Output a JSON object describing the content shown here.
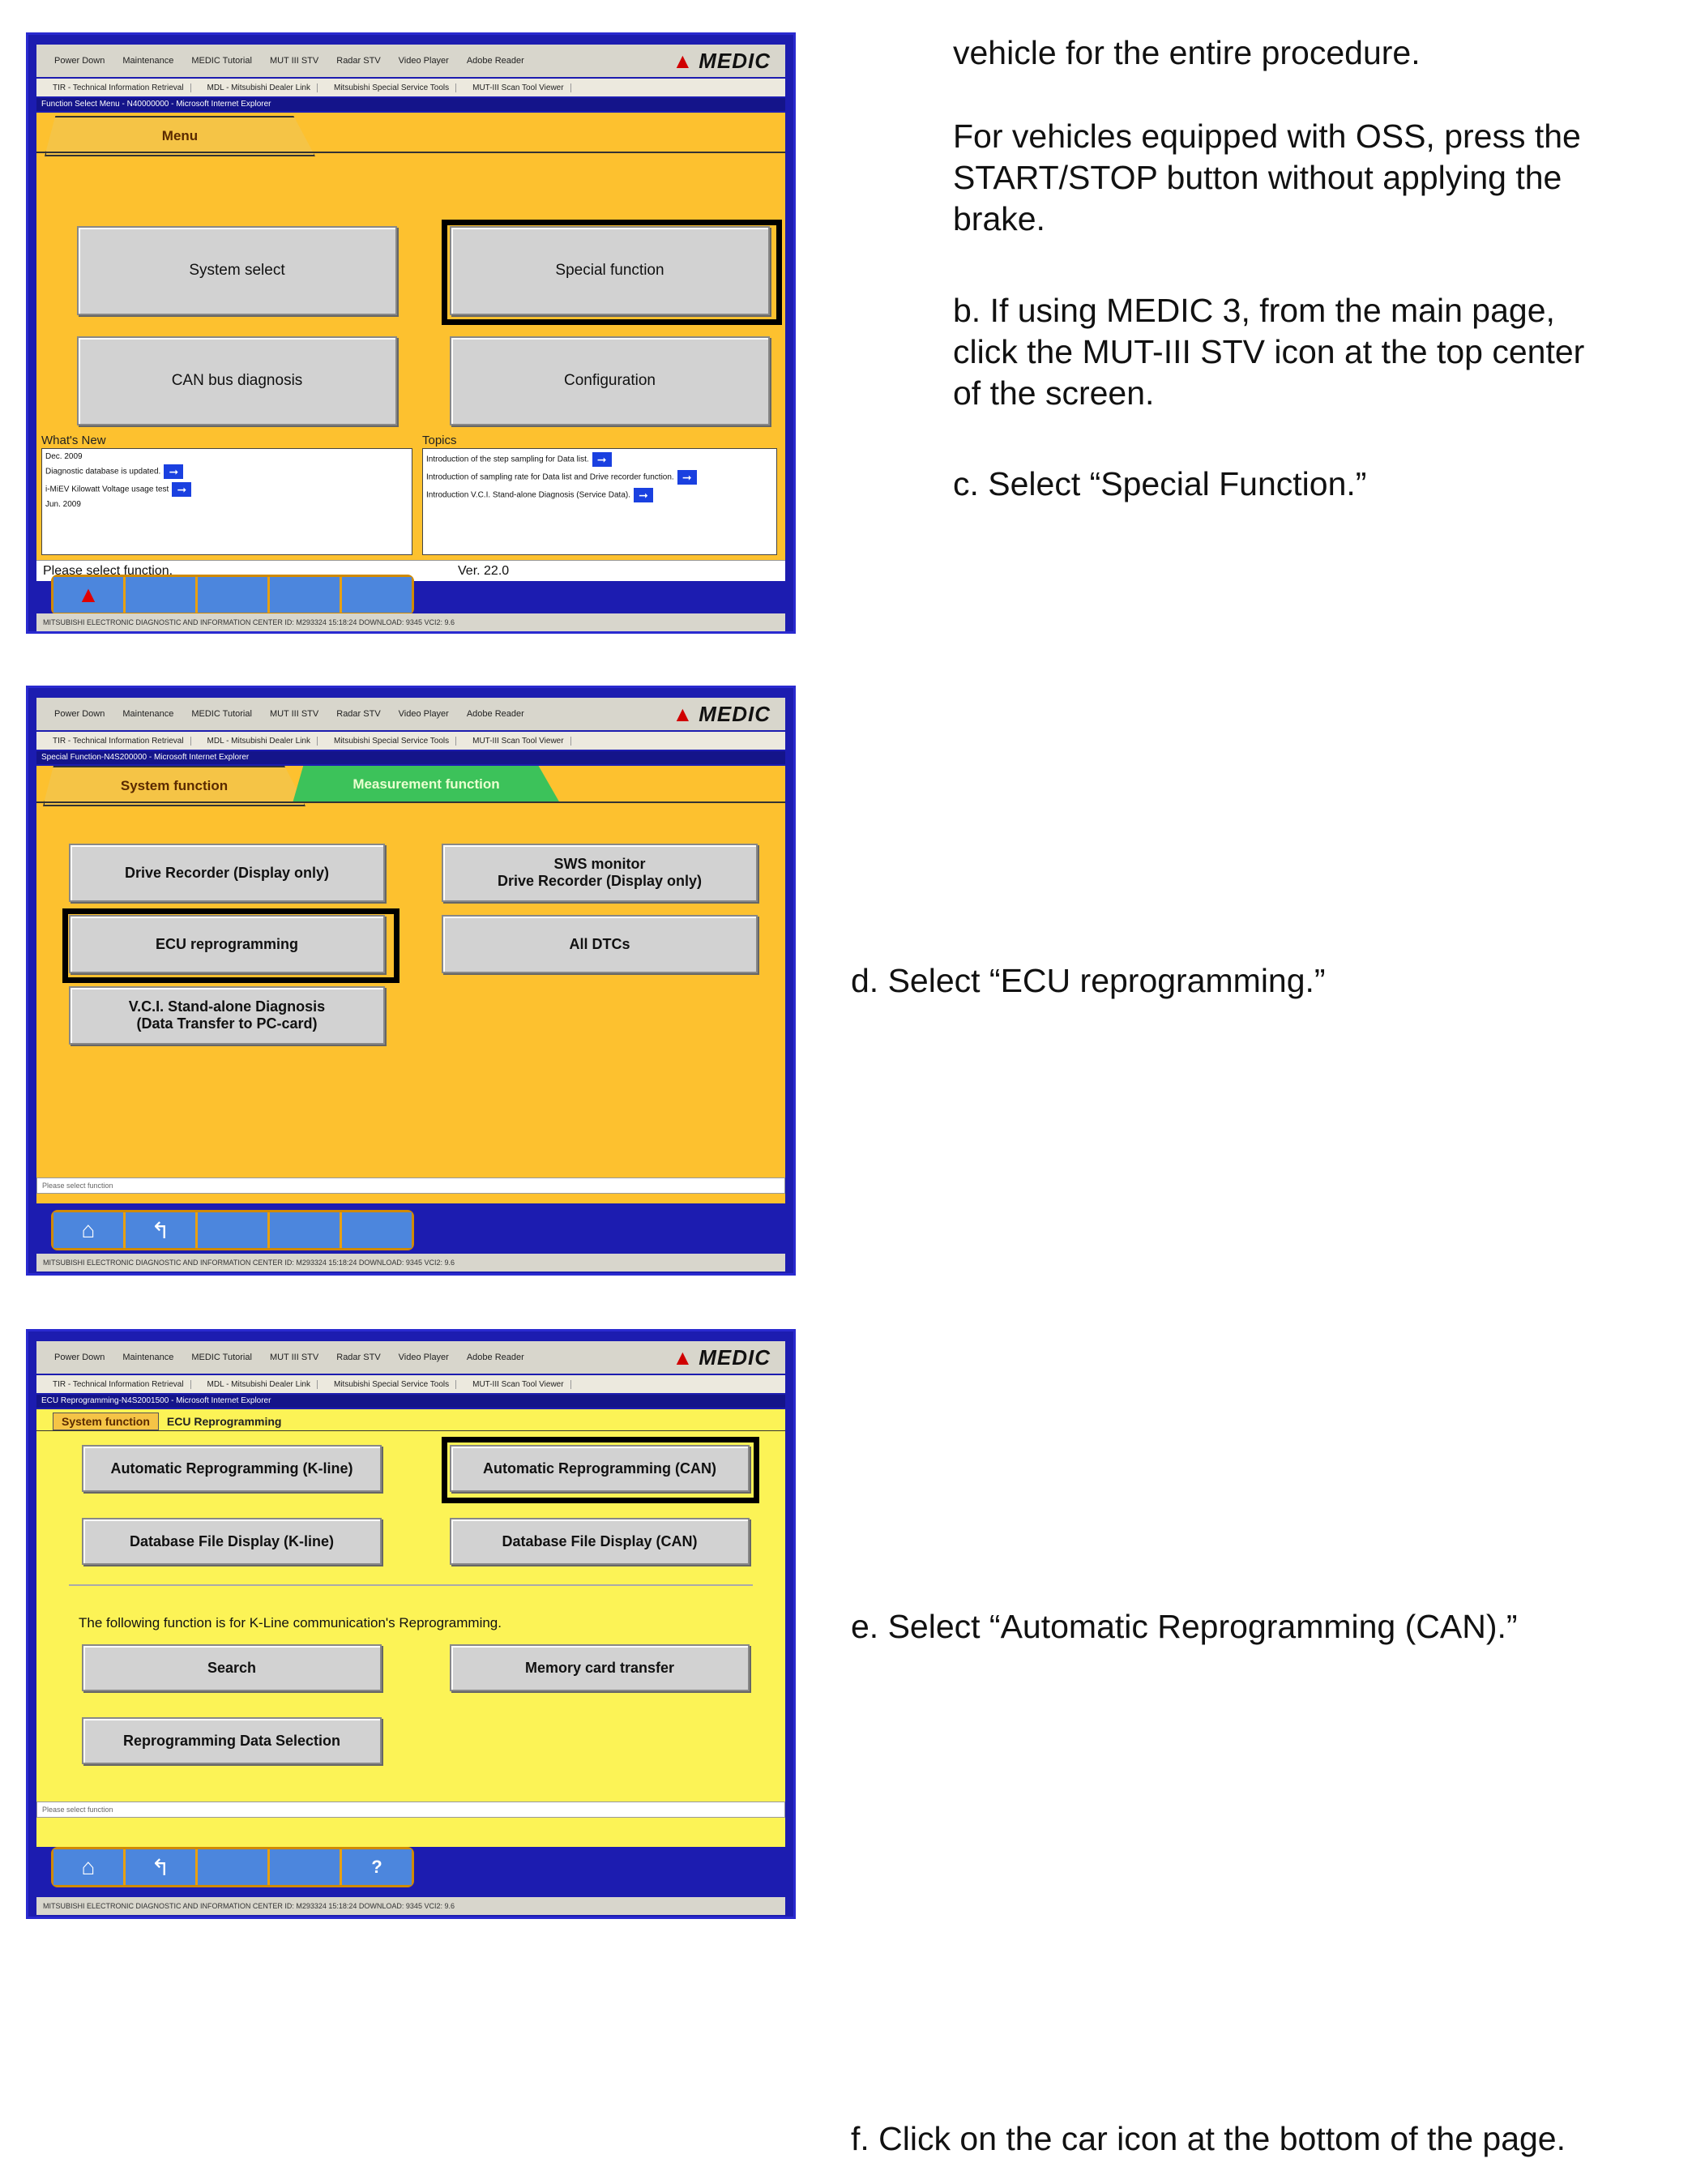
{
  "instructions": {
    "a_cont": "vehicle for the entire procedure.",
    "oss_line1": "For vehicles equipped with OSS, press the",
    "oss_line2": "START/STOP button without applying the",
    "oss_line3": "brake.",
    "b_line1": "b. If using MEDIC 3, from the main page,",
    "b_line2": "click the MUT-III STV icon at the top center",
    "b_line3": "of the screen.",
    "c": "c. Select “Special Function.”",
    "d": "d. Select “ECU reprogramming.”",
    "e": "e. Select “Automatic Reprogramming (CAN).”",
    "f": "f. Click on the car icon at the bottom of the page."
  },
  "toolbar": {
    "items": [
      "Power Down",
      "Maintenance",
      "MEDIC Tutorial",
      "MUT III STV",
      "Radar STV",
      "Video Player",
      "Adobe Reader"
    ],
    "brand": "MEDIC"
  },
  "taskbar_tabs": [
    "TIR - Technical Information Retrieval",
    "MDL - Mitsubishi Dealer Link",
    "Mitsubishi Special Service Tools",
    "MUT-III Scan Tool Viewer"
  ],
  "screen1": {
    "window_title": "Function Select Menu - N40000000 - Microsoft Internet Explorer",
    "tab": "Menu",
    "buttons": {
      "system_select": "System select",
      "special_function": "Special function",
      "can_bus": "CAN bus diagnosis",
      "configuration": "Configuration"
    },
    "whats_new_label": "What's New",
    "topics_label": "Topics",
    "whats_new": [
      "Dec. 2009",
      "Diagnostic database is updated.",
      "i-MiEV Kilowatt Voltage usage test",
      "Jun. 2009"
    ],
    "topics": [
      "Introduction of the step sampling for Data list.",
      "Introduction of sampling rate for Data list and Drive recorder function.",
      "Introduction V.C.I. Stand-alone Diagnosis (Service Data)."
    ],
    "status": "Please select function.",
    "version": "Ver. 22.0"
  },
  "screen2": {
    "window_title": "Special Function-N4S200000 - Microsoft Internet Explorer",
    "tab_system": "System function",
    "tab_measurement": "Measurement function",
    "buttons": {
      "drive_recorder": "Drive Recorder (Display only)",
      "sws_monitor": "SWS monitor\nDrive Recorder (Display only)",
      "ecu_reprogramming": "ECU reprogramming",
      "all_dtcs": "All DTCs",
      "vci": "V.C.I. Stand-alone Diagnosis\n(Data Transfer to PC-card)"
    },
    "status": "Please select function"
  },
  "screen3": {
    "window_title": "ECU Reprogramming-N4S2001500 - Microsoft Internet Explorer",
    "breadcrumb_1": "System function",
    "breadcrumb_2": "ECU Reprogramming",
    "buttons": {
      "auto_kline": "Automatic Reprogramming (K-line)",
      "auto_can": "Automatic Reprogramming (CAN)",
      "db_kline": "Database File Display (K-line)",
      "db_can": "Database File Display (CAN)",
      "search": "Search",
      "memory_card": "Memory card transfer",
      "reprog_data": "Reprogramming Data Selection"
    },
    "note": "The following function is for K-Line communication's Reprogramming.",
    "status": "Please select function"
  },
  "statusline": "MITSUBISHI ELECTRONIC DIAGNOSTIC AND INFORMATION CENTER   ID: M293324   15:18:24   DOWNLOAD: 9345   VCI2: 9.6"
}
